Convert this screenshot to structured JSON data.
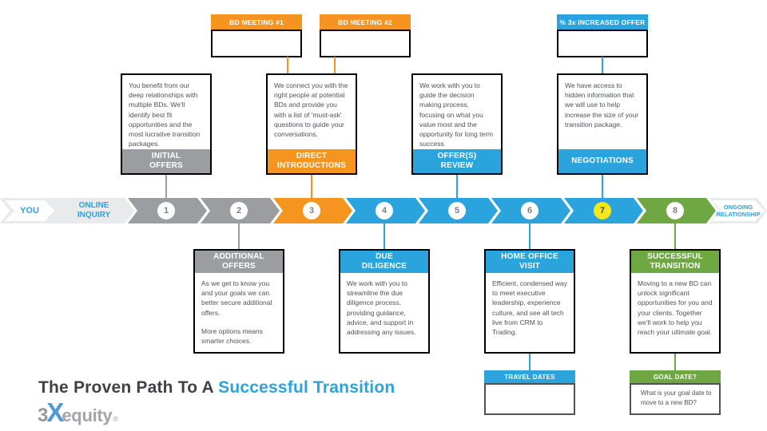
{
  "palette": {
    "orange": "#F5941F",
    "blue": "#2BA3DC",
    "gray": "#9B9DA0",
    "light_gray": "#E9EAEB",
    "green": "#6FA843",
    "yellow": "#F6E71C",
    "body_text": "#4E5256",
    "title_dark": "#404145"
  },
  "top_callouts": [
    {
      "label": "BD MEETING #1"
    },
    {
      "label": "BD MEETING #2"
    },
    {
      "label": "% 3x INCREASED OFFER"
    }
  ],
  "upper_steps": [
    {
      "label": "INITIAL\nOFFERS",
      "text": "You benefit from our deep relationships with multiple BDs. We'll identify best fit opportunities and the most lucrative transition packages."
    },
    {
      "label": "DIRECT\nINTRODUCTIONS",
      "text": "We connect you with the right people at potential BDs and provide you with a list of 'must-ask' questions to guide your conversations."
    },
    {
      "label": "OFFER(S)\nREVIEW",
      "text": "We work with you to guide the decision making process, focusing on what you value most and the opportunity for long term success."
    },
    {
      "label": "NEGOTIATIONS",
      "text": "We have access to hidden information that we will use to help increase the size of your transition package."
    }
  ],
  "lower_steps": [
    {
      "label": "ADDITIONAL\nOFFERS",
      "text": "As we get to know you and your goals we can better secure additional offers.",
      "text2": "More options means smarter choices."
    },
    {
      "label": "DUE\nDILIGENCE",
      "text": "We work with you to streamline the due diligence process, providing guidance, advice, and support in addressing any issues."
    },
    {
      "label": "HOME OFFICE\nVISIT",
      "text": "Efficient, condensed way to meet executive leadership, experience culture, and see all tech live from CRM to Trading."
    },
    {
      "label": "SUCCESSFUL\nTRANSITION",
      "text": "Moving to a new BD can unlock significant opportunities for you and your clients. Together we'll work to help you reach your ultimate goal."
    }
  ],
  "sub_callouts": [
    {
      "label": "TRAVEL DATES",
      "text": ""
    },
    {
      "label": "GOAL DATE?",
      "text": "What is your goal date to move to a new BD?"
    }
  ],
  "timeline": {
    "start": "YOU",
    "inquiry": "ONLINE\nINQUIRY",
    "end": "ONGOING\nRELATIONSHIP",
    "steps": [
      {
        "num": "1"
      },
      {
        "num": "2"
      },
      {
        "num": "3"
      },
      {
        "num": "4"
      },
      {
        "num": "5"
      },
      {
        "num": "6"
      },
      {
        "num": "7"
      },
      {
        "num": "8"
      }
    ]
  },
  "footer": {
    "title_main": "The Proven Path To A ",
    "title_accent": "Successful Transition",
    "logo_3": "3",
    "logo_x": "X",
    "logo_equity": "equity",
    "logo_reg": "®"
  }
}
